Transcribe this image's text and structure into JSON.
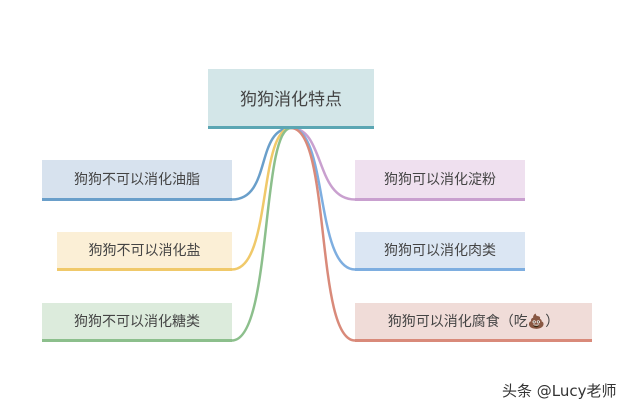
{
  "root": {
    "label": "狗狗消化特点",
    "bg": "#d3e6e8",
    "line": "#5ba6b3"
  },
  "nodes": [
    {
      "label": "狗狗不可以消化油脂",
      "bg": "#d7e2ee",
      "line": "#6a9fca"
    },
    {
      "label": "狗狗不可以消化盐",
      "bg": "#fbefd6",
      "line": "#f0c96a"
    },
    {
      "label": "狗狗不可以消化糖类",
      "bg": "#dcebdc",
      "line": "#8cbf8c"
    },
    {
      "label": "狗狗可以消化淀粉",
      "bg": "#efe0ef",
      "line": "#c9a0cf"
    },
    {
      "label": "狗狗可以消化肉类",
      "bg": "#dbe6f3",
      "line": "#7eaee0"
    },
    {
      "label": "狗狗可以消化腐食（吃💩）",
      "bg": "#f0dcd8",
      "line": "#d98a7a"
    }
  ],
  "watermark": "头条 @Lucy老师"
}
